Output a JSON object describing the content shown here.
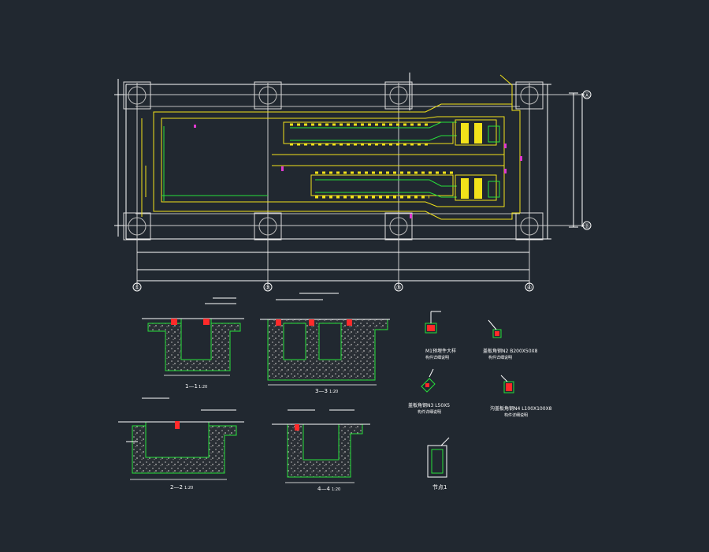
{
  "colors": {
    "background": "#212830",
    "frame": "#ffffff",
    "green": "#27e03a",
    "yellow": "#f2e21a",
    "red": "#ff2a2a",
    "magenta": "#e03ad0",
    "cyan": "#4fd1e0",
    "gray": "#9a9a9a"
  },
  "plan": {
    "grid_bubbles_bottom": [
      "①",
      "②",
      "③",
      "④"
    ],
    "grid_bubbles_right": [
      "Ⓐ",
      "Ⓑ"
    ]
  },
  "sections": [
    {
      "id": "1-1",
      "caption": "1—1",
      "scale": "1:20"
    },
    {
      "id": "2-2",
      "caption": "2—2",
      "scale": "1:20"
    },
    {
      "id": "3-3",
      "caption": "3—3",
      "scale": "1:20"
    },
    {
      "id": "4-4",
      "caption": "4—4",
      "scale": "1:20"
    }
  ],
  "details": [
    {
      "id": "d1",
      "caption": "M1预埋件大样",
      "sub": "构件详细说明"
    },
    {
      "id": "d2",
      "caption": "盖板角钢N2 B200X50X8",
      "sub": "构件详细说明"
    },
    {
      "id": "d3",
      "caption": "盖板角钢N3 L50X5",
      "sub": "构件详细说明"
    },
    {
      "id": "d4",
      "caption": "沟盖板角钢N4 L100X100X8",
      "sub": "构件详细说明"
    },
    {
      "id": "d5",
      "caption": "节点1",
      "sub": ""
    }
  ]
}
